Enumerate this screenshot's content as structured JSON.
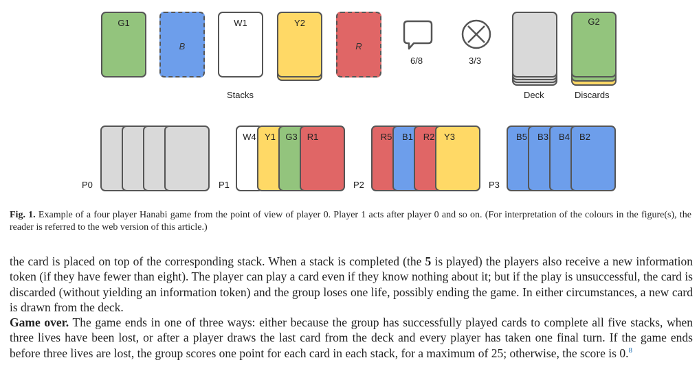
{
  "figure": {
    "stacks": [
      {
        "label": "G1",
        "color": "#93c47d",
        "dashed": false
      },
      {
        "label": "B",
        "color": "#6d9eeb",
        "dashed": true
      },
      {
        "label": "W1",
        "color": "#ffffff",
        "dashed": false
      },
      {
        "label": "Y2",
        "color": "#ffd966",
        "dashed": false
      },
      {
        "label": "R",
        "color": "#e06666",
        "dashed": true
      }
    ],
    "stacks_label": "Stacks",
    "info_tokens": "6/8",
    "lives": "3/3",
    "deck_label": "Deck",
    "discards_top": "G2",
    "discards_label": "Discards",
    "players": [
      {
        "name": "P0",
        "cards": [
          "",
          "",
          "",
          ""
        ]
      },
      {
        "name": "P1",
        "cards": [
          "W4",
          "Y1",
          "G3",
          "R1"
        ]
      },
      {
        "name": "P2",
        "cards": [
          "R5",
          "B1",
          "R2",
          "Y3"
        ]
      },
      {
        "name": "P3",
        "cards": [
          "B5",
          "B3",
          "B4",
          "B2"
        ]
      }
    ]
  },
  "caption": {
    "label": "Fig. 1.",
    "text": " Example of a four player Hanabi game from the point of view of player 0. Player 1 acts after player 0 and so on. (For interpretation of the colours in the figure(s), the reader is referred to the web version of this article.)"
  },
  "body": {
    "para1_a": "the card is placed on top of the corresponding stack. When a stack is completed (the ",
    "para1_bold": "5",
    "para1_b": " is played) the players also receive a new information token (if they have fewer than eight). The player can play a card even if they know nothing about it; but if the play is unsuccessful, the card is discarded (without yielding an information token) and the group loses one life, possibly ending the game. In either circumstances, a new card is drawn from the deck.",
    "para2_heading": "Game over.",
    "para2_text": " The game ends in one of three ways: either because the group has successfully played cards to complete all five stacks, when three lives have been lost, or after a player draws the last card from the deck and every player has taken one final turn. If the game ends before three lives are lost, the group scores one point for each card in each stack, for a maximum of 25; otherwise, the score is 0.",
    "footnote_ref": "8"
  }
}
